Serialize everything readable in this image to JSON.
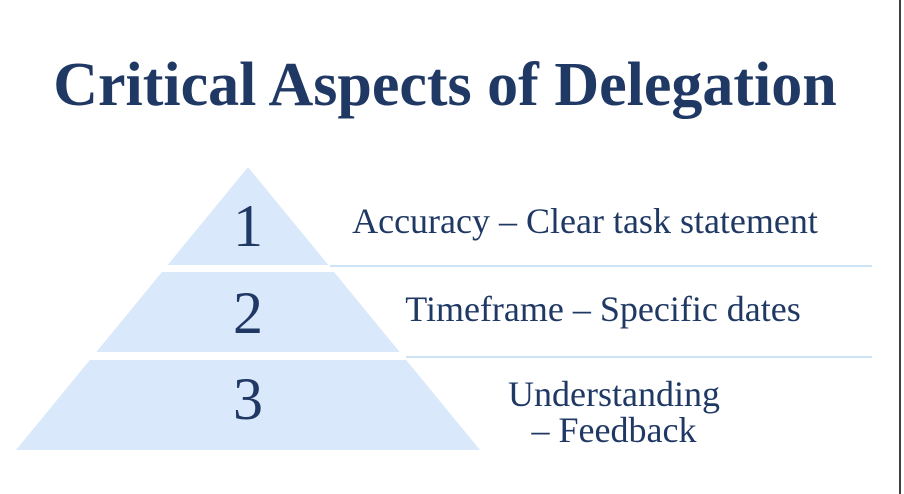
{
  "slide": {
    "title": "Critical Aspects of Delegation",
    "pyramid": {
      "levels": [
        {
          "number": "1",
          "label": "Accuracy – Clear task statement"
        },
        {
          "number": "2",
          "label": "Timeframe – Specific dates"
        },
        {
          "number": "3",
          "label": "Understanding – Feedback",
          "label_line1": "Understanding",
          "label_line2": "– Feedback"
        }
      ]
    },
    "colors": {
      "text_navy": "#1f3864",
      "pyramid_fill": "#d9e8fa",
      "divider_line": "#cde3f6",
      "background": "#ffffff",
      "right_edge_line": "#3f3f3f"
    }
  }
}
